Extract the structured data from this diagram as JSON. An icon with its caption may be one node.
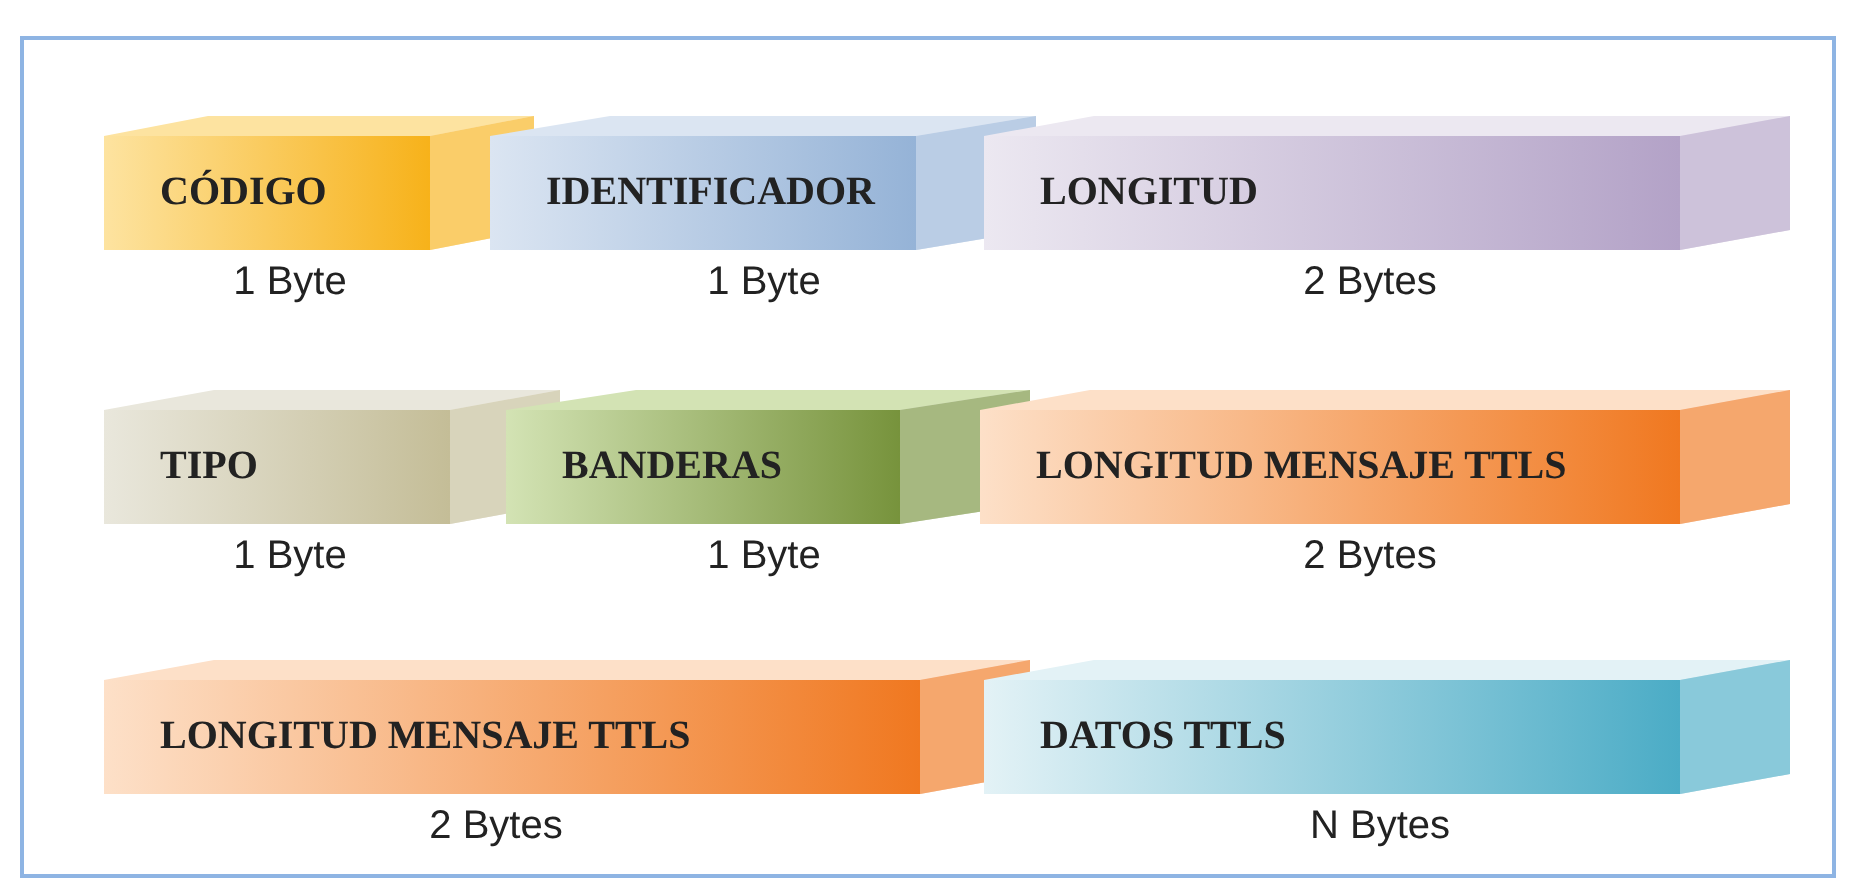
{
  "diagram": {
    "nodes": [
      {
        "text": [
          "CÓDIGO"
        ],
        "beside": [
          "1 Byte"
        ]
      },
      {
        "text": [
          "IDENTIFICADOR"
        ],
        "beside": [
          "1 Byte"
        ]
      },
      {
        "text": [
          "LONGITUD"
        ],
        "beside": [
          "2 Bytes"
        ]
      },
      {
        "text": [
          "TIPO"
        ],
        "beside": [
          "1 Byte"
        ]
      },
      {
        "text": [
          "BANDERAS"
        ],
        "beside": [
          "1 Byte"
        ]
      },
      {
        "text": [
          "LONGITUD MENSAJE TTLS"
        ],
        "beside": [
          "2 Bytes"
        ]
      },
      {
        "text": [
          "LONGITUD MENSAJE TTLS"
        ],
        "beside": [
          "2 Bytes"
        ]
      },
      {
        "text": [
          "DATOS TTLS"
        ],
        "beside": [
          "N Bytes"
        ]
      }
    ]
  }
}
